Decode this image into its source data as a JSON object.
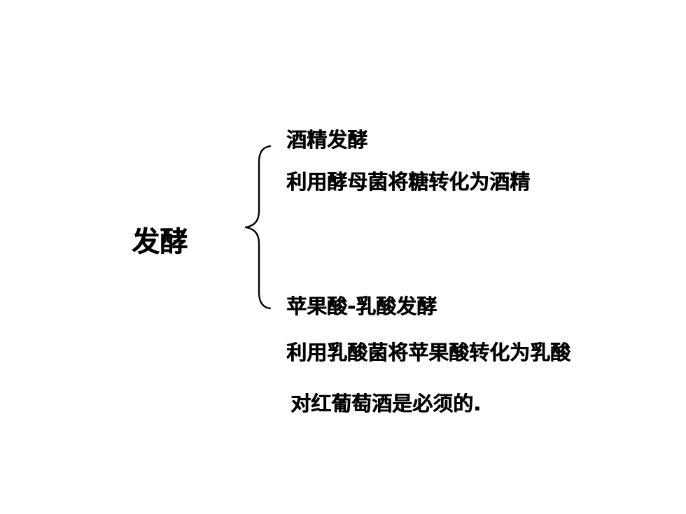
{
  "main_topic": "发酵",
  "branches": [
    {
      "heading": "酒精发酵",
      "description": "利用酵母菌将糖转化为酒精"
    },
    {
      "heading": "苹果酸-乳酸发酵",
      "description": "利用乳酸菌将苹果酸转化为乳酸"
    }
  ],
  "note": "对红葡萄酒是必须的."
}
